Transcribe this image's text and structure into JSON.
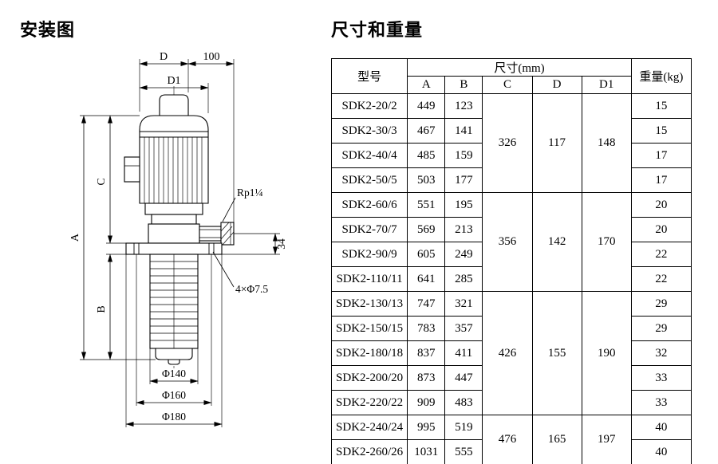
{
  "titles": {
    "installation": "安装图",
    "dimensions": "尺寸和重量"
  },
  "diagram": {
    "dim_d": "D",
    "dim_100": "100",
    "dim_d1": "D1",
    "dim_a": "A",
    "dim_b": "B",
    "dim_c": "C",
    "dim_34": "34",
    "dim_rp": "Rp1¼",
    "dim_holes": "4×Φ7.5",
    "dim_phi140": "Φ140",
    "dim_phi160": "Φ160",
    "dim_phi180": "Φ180"
  },
  "table": {
    "header": {
      "model": "型号",
      "size_mm": "尺寸(mm)",
      "weight": "重量(kg)",
      "cols": [
        "A",
        "B",
        "C",
        "D",
        "D1"
      ]
    },
    "groups": [
      {
        "c": "326",
        "d": "117",
        "d1": "148",
        "rows": [
          {
            "model": "SDK2-20/2",
            "a": "449",
            "b": "123",
            "w": "15"
          },
          {
            "model": "SDK2-30/3",
            "a": "467",
            "b": "141",
            "w": "15"
          },
          {
            "model": "SDK2-40/4",
            "a": "485",
            "b": "159",
            "w": "17"
          },
          {
            "model": "SDK2-50/5",
            "a": "503",
            "b": "177",
            "w": "17"
          }
        ]
      },
      {
        "c": "356",
        "d": "142",
        "d1": "170",
        "rows": [
          {
            "model": "SDK2-60/6",
            "a": "551",
            "b": "195",
            "w": "20"
          },
          {
            "model": "SDK2-70/7",
            "a": "569",
            "b": "213",
            "w": "20"
          },
          {
            "model": "SDK2-90/9",
            "a": "605",
            "b": "249",
            "w": "22"
          },
          {
            "model": "SDK2-110/11",
            "a": "641",
            "b": "285",
            "w": "22"
          }
        ]
      },
      {
        "c": "426",
        "d": "155",
        "d1": "190",
        "rows": [
          {
            "model": "SDK2-130/13",
            "a": "747",
            "b": "321",
            "w": "29"
          },
          {
            "model": "SDK2-150/15",
            "a": "783",
            "b": "357",
            "w": "29"
          },
          {
            "model": "SDK2-180/18",
            "a": "837",
            "b": "411",
            "w": "32"
          },
          {
            "model": "SDK2-200/20",
            "a": "873",
            "b": "447",
            "w": "33"
          },
          {
            "model": "SDK2-220/22",
            "a": "909",
            "b": "483",
            "w": "33"
          }
        ]
      },
      {
        "c": "476",
        "d": "165",
        "d1": "197",
        "rows": [
          {
            "model": "SDK2-240/24",
            "a": "995",
            "b": "519",
            "w": "40"
          },
          {
            "model": "SDK2-260/26",
            "a": "1031",
            "b": "555",
            "w": "40"
          }
        ]
      }
    ]
  }
}
